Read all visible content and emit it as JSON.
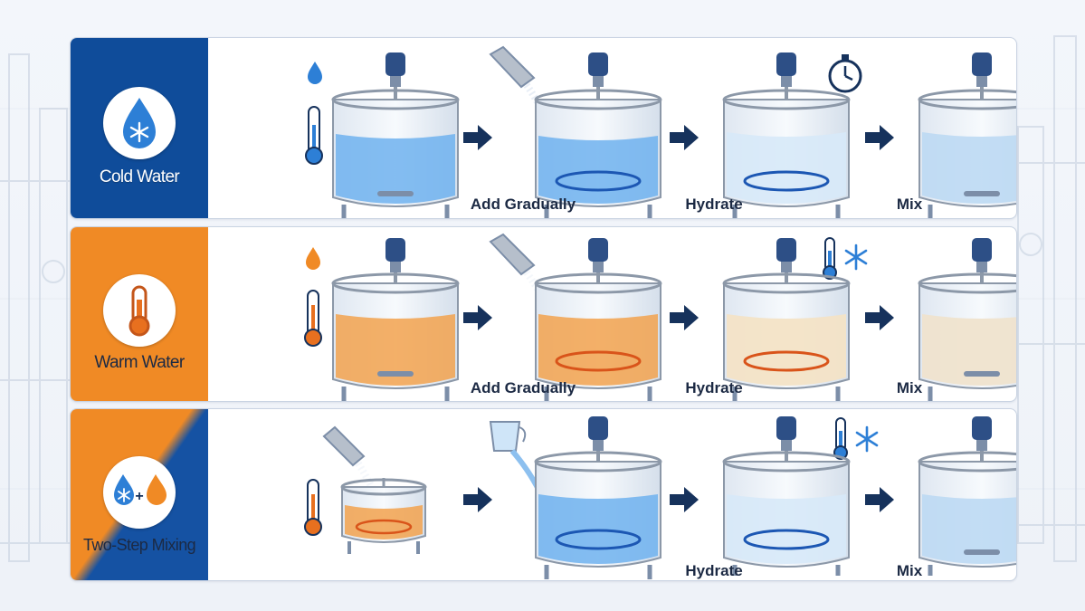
{
  "rows": [
    {
      "name": "cold",
      "label": "Cold Water",
      "steps": [
        "",
        "Add Gradually",
        "Hydrate",
        "Mix"
      ]
    },
    {
      "name": "warm",
      "label": "Warm Water",
      "steps": [
        "",
        "Add Gradually",
        "Hydrate",
        "Mix"
      ]
    },
    {
      "name": "two-step",
      "label": "Two-Step Mixing",
      "steps": [
        "",
        "",
        "Hydrate",
        "Mix"
      ]
    }
  ],
  "badge_symbols": {
    "plus": "+"
  },
  "colors": {
    "cold_panel": "#0f4c9a",
    "warm_panel": "#f08a25",
    "arrow": "#16325c",
    "cold_liquid": "#6fb2ee",
    "warm_liquid": "#f2a24e",
    "hydrated_warm": "#f3e3c6",
    "mixed_cold": "#bcd9f3"
  },
  "icons": [
    "water-drop-icon",
    "thermometer-icon",
    "snowflake-icon",
    "stopwatch-icon",
    "scoop-icon",
    "pitcher-icon",
    "arrow-right-icon",
    "mixer-tank-icon"
  ]
}
